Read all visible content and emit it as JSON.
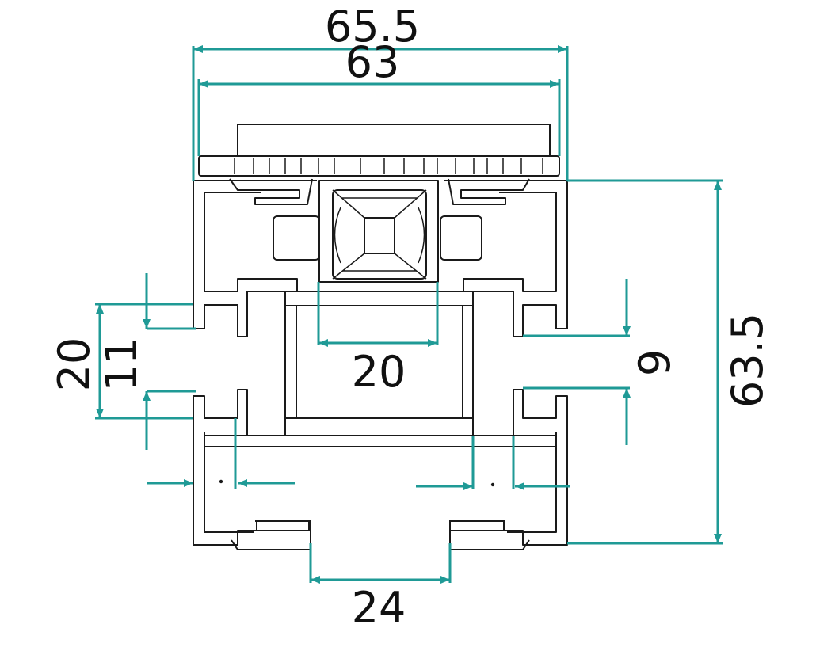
{
  "dimensions": {
    "width_outer": "65.5",
    "width_inner": "63",
    "height_total": "63.5",
    "slot_outer": "20",
    "slot_inner": "11",
    "channel_width": "20",
    "groove_width": "9",
    "bottom_opening": "24"
  },
  "colors": {
    "dimension_line": "#1f9a96",
    "profile_line": "#1a1a1a",
    "background": "#ffffff"
  }
}
